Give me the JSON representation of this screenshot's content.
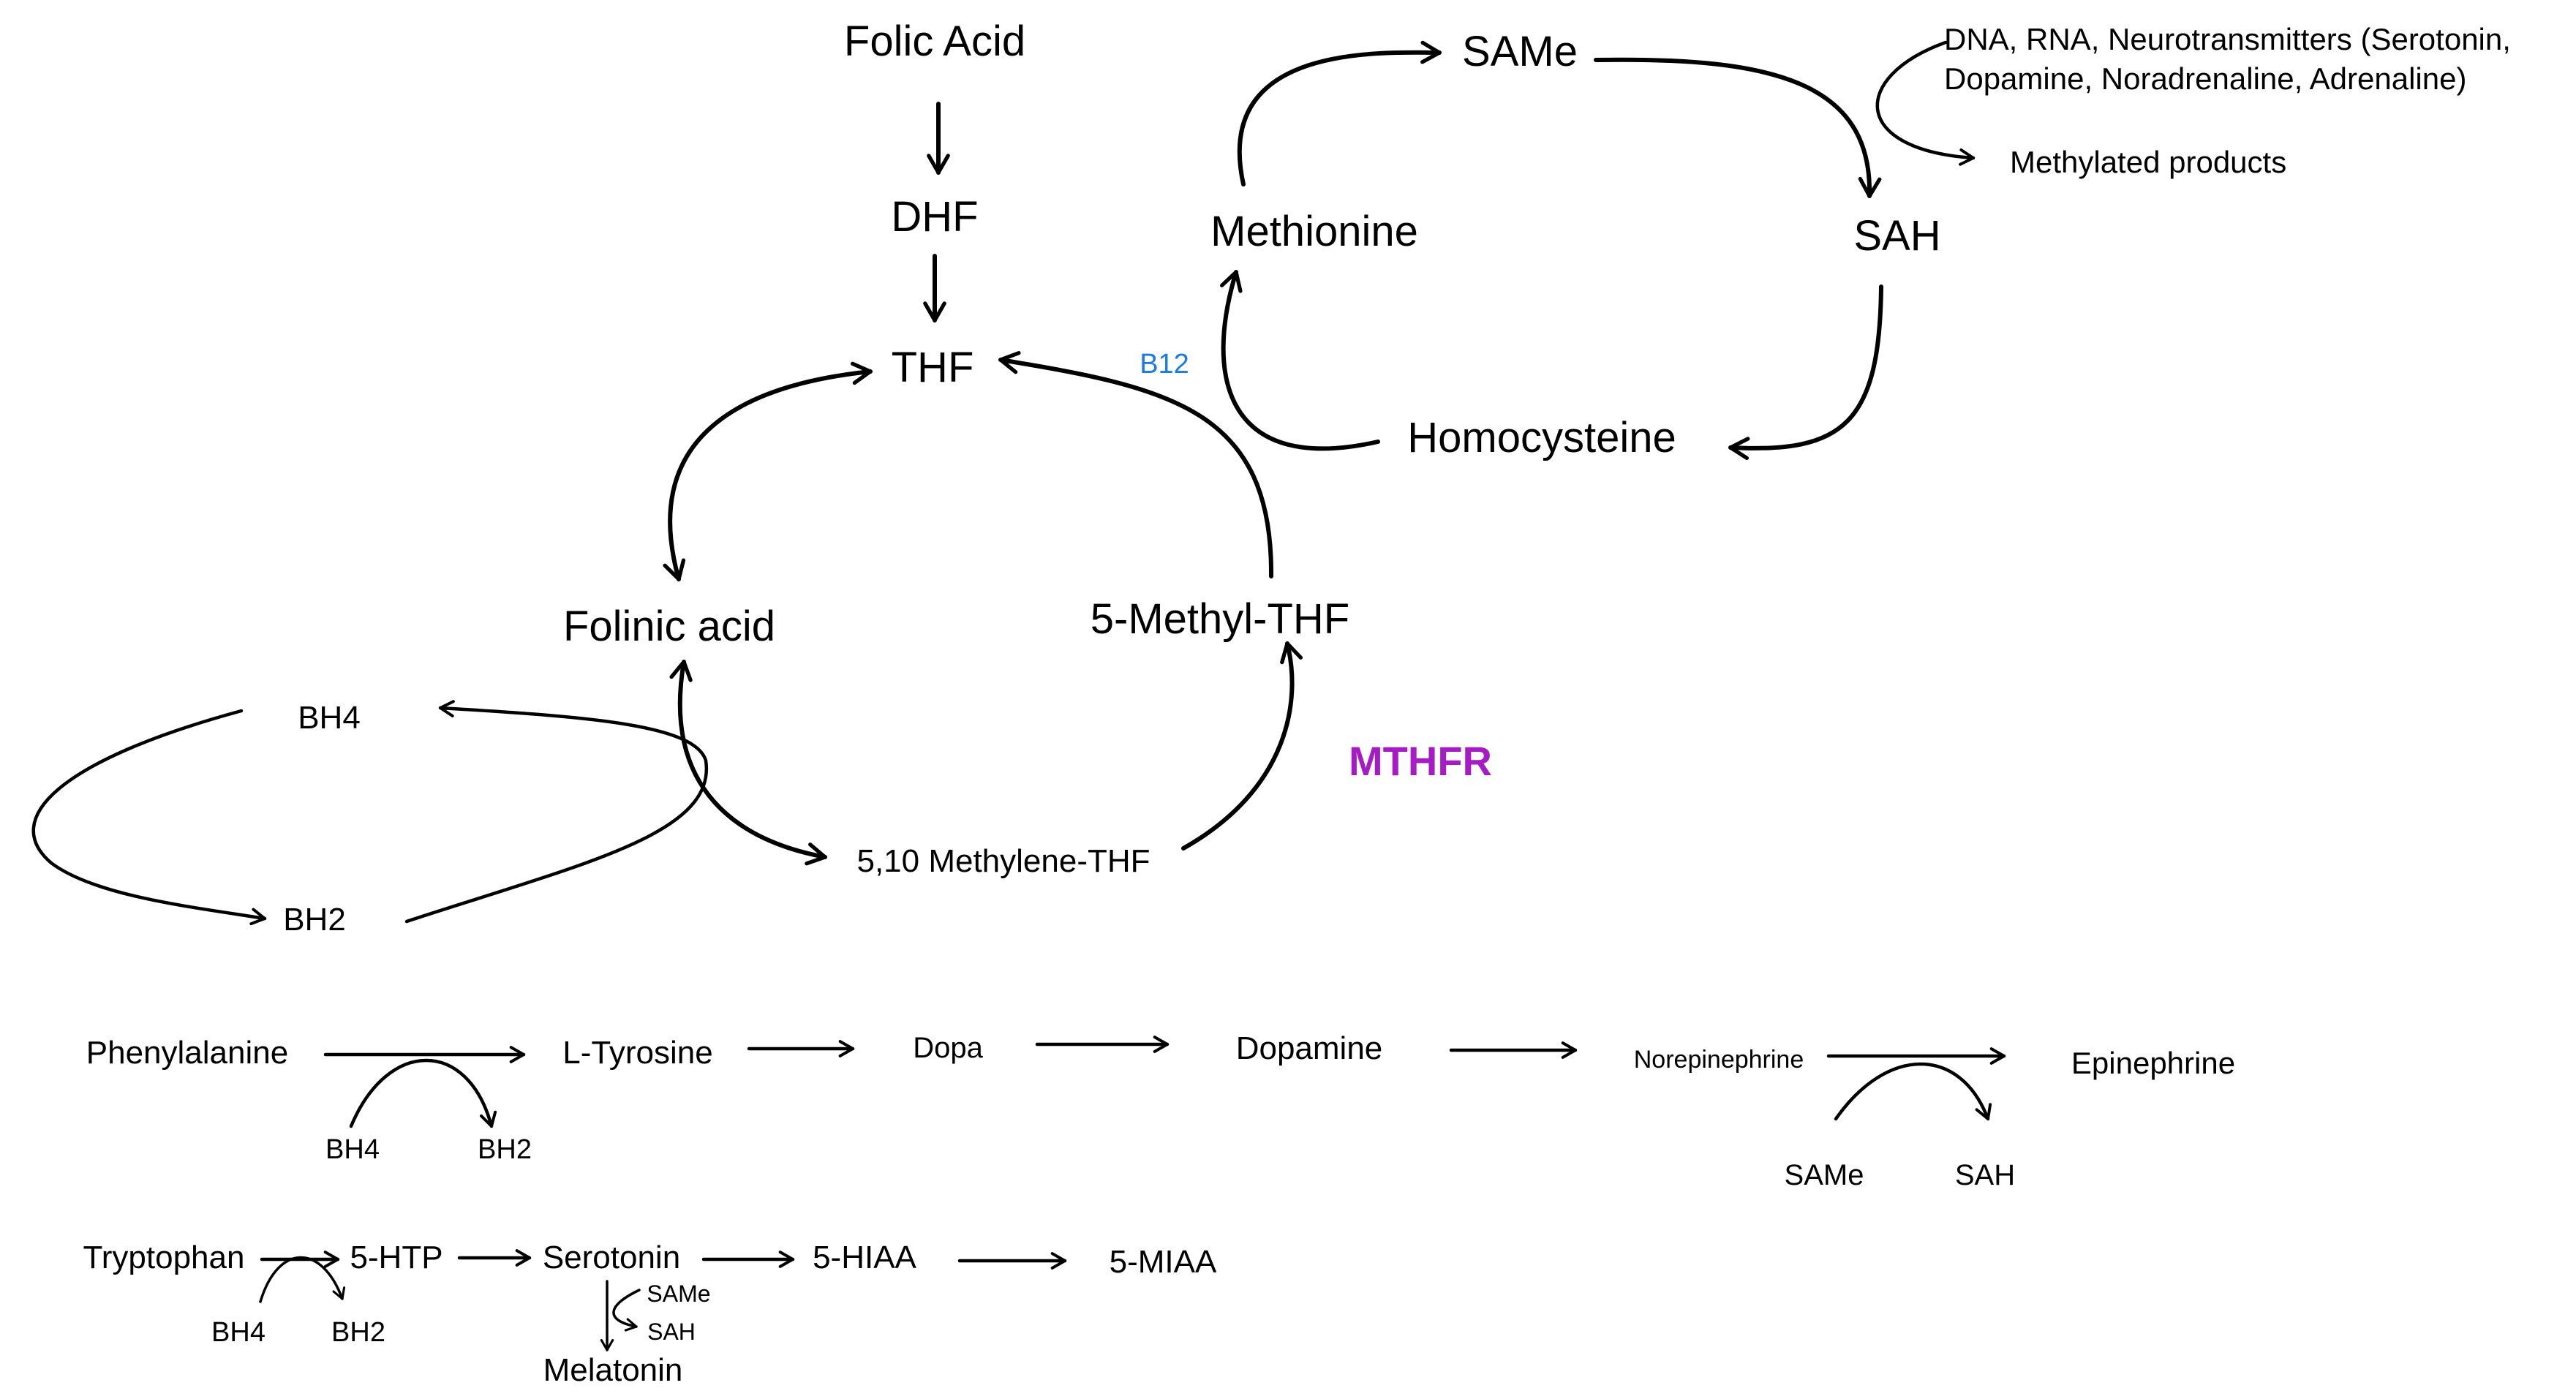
{
  "colors": {
    "b12": "#1a7ae6",
    "mthfr": "#a61cc4",
    "ink": "#000000"
  },
  "folate_cycle": {
    "folic_acid": "Folic Acid",
    "dhf": "DHF",
    "thf": "THF",
    "folinic_acid": "Folinic acid",
    "methyl_thf": "5-Methyl-THF",
    "methylene_thf": "5,10 Methylene-THF",
    "b12": "B12",
    "mthfr": "MTHFR"
  },
  "methionine_cycle": {
    "same": "SAMe",
    "methionine": "Methionine",
    "sah": "SAH",
    "homocysteine": "Homocysteine",
    "methylation_targets": [
      "DNA, RNA, Neurotransmitters (Serotonin,",
      "Dopamine, Noradrenaline, Adrenaline)"
    ],
    "methylated_products": "Methylated products"
  },
  "bh4_cycle": {
    "bh4": "BH4",
    "bh2": "BH2"
  },
  "catecholamine_pathway": {
    "phenylalanine": "Phenylalanine",
    "l_tyrosine": "L-Tyrosine",
    "dopa": "Dopa",
    "dopamine": "Dopamine",
    "norepinephrine": "Norepinephrine",
    "epinephrine": "Epinephrine",
    "bh4": "BH4",
    "bh2": "BH2",
    "same": "SAMe",
    "sah": "SAH"
  },
  "serotonin_pathway": {
    "tryptophan": "Tryptophan",
    "five_htp": "5-HTP",
    "serotonin": "Serotonin",
    "five_hiaa": "5-HIAA",
    "five_miaa": "5-MIAA",
    "melatonin": "Melatonin",
    "bh4": "BH4",
    "bh2": "BH2",
    "same": "SAMe",
    "sah": "SAH"
  }
}
